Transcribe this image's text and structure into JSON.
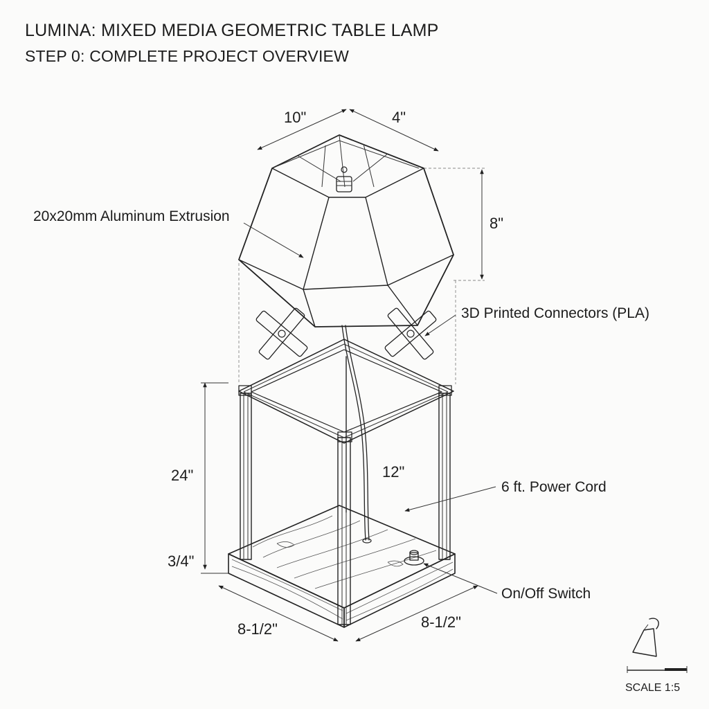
{
  "header": {
    "title": "LUMINA: MIXED MEDIA GEOMETRIC TABLE LAMP",
    "subtitle": "STEP 0: COMPLETE PROJECT OVERVIEW"
  },
  "dimensions": {
    "shade_width": "10\"",
    "shade_depth": "4\"",
    "shade_height": "8\"",
    "frame_height": "24\"",
    "inner_height": "12\"",
    "base_thickness": "3/4\"",
    "base_front": "8-1/2\"",
    "base_side": "8-1/2\""
  },
  "callouts": {
    "aluminum": "20x20mm Aluminum Extrusion",
    "connectors": "3D Printed Connectors (PLA)",
    "power_cord": "6 ft. Power Cord",
    "switch": "On/Off Switch"
  },
  "scale": {
    "label": "SCALE 1:5"
  }
}
